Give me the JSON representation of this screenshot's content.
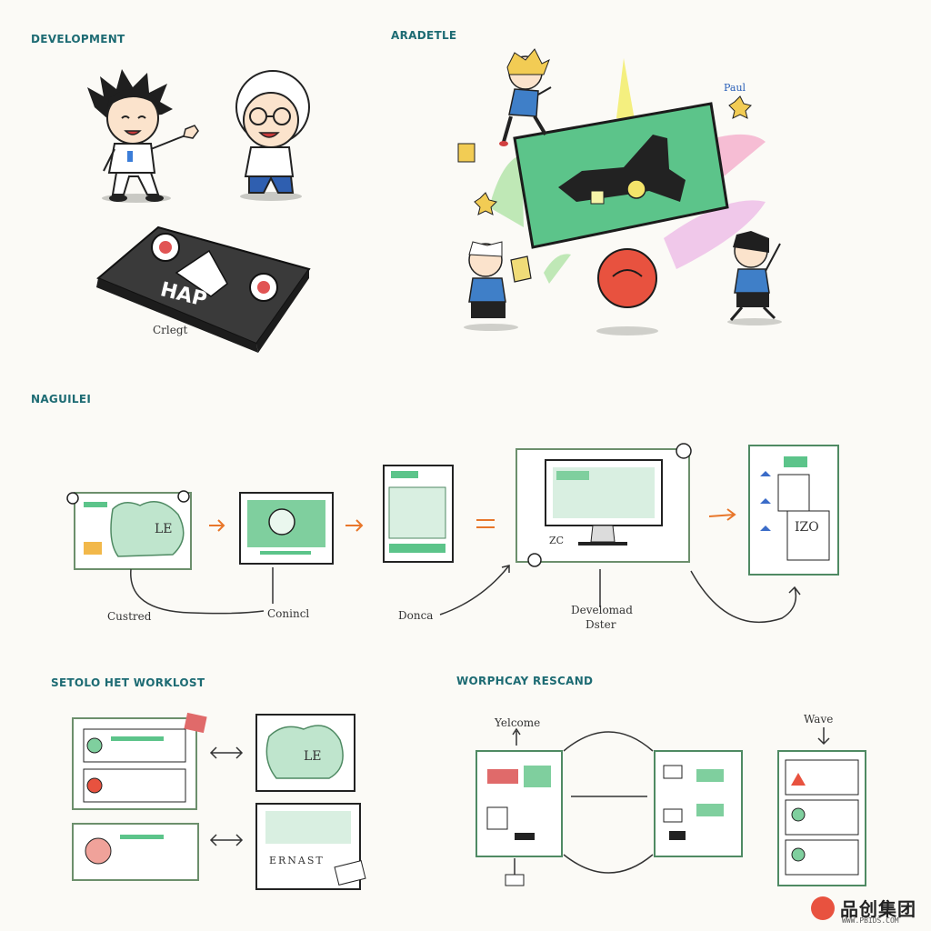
{
  "sections": {
    "development": {
      "title": "DEVELOPMENT",
      "device_label": "HAP",
      "caption": "Crlegt"
    },
    "arcade": {
      "title": "ARADETLE",
      "badge": "Paul"
    },
    "navigation": {
      "title": "NAGUILEI",
      "captions": [
        "Custred",
        "Conincl",
        "Donca",
        "Develomad",
        "Dster"
      ],
      "panel_text": [
        "LE",
        "IZO",
        "ZC"
      ]
    },
    "worklist": {
      "title": "SETOLO HET WORKLOST",
      "panel_text": [
        "LE",
        "ERNAST"
      ]
    },
    "research": {
      "title": "WORPHCAY RESCAND",
      "label_left": "Yelcome",
      "label_right": "Wave"
    }
  },
  "watermark": {
    "brand": "品创集团",
    "url": "WWW.PBIDS.COM"
  },
  "colors": {
    "accent_green": "#7fcf9e",
    "panel_green": "#5cc48a",
    "heading_teal": "#1d6b73",
    "arrow_orange": "#e8762a",
    "ball_red": "#e8523f"
  }
}
